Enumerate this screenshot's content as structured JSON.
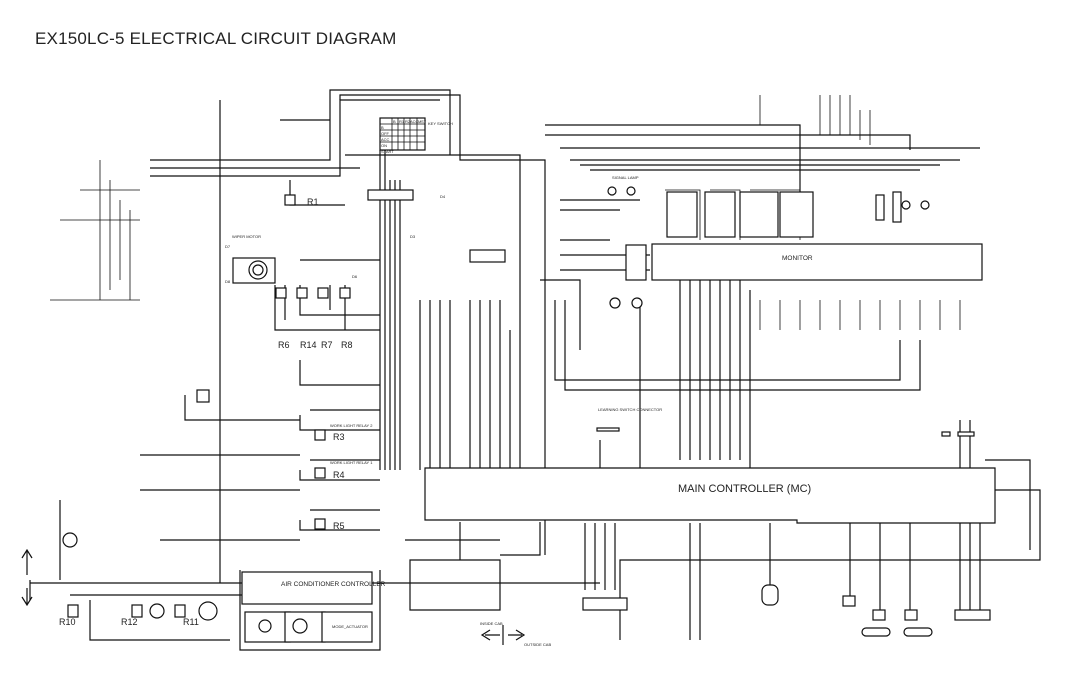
{
  "title": "EX150LC-5 ELECTRICAL CIRCUIT DIAGRAM",
  "blocks": {
    "main_controller": "MAIN CONTROLLER (MC)",
    "monitor": "MONITOR",
    "ac_controller": "AIR CONDITIONER CONTROLLER",
    "mode_actuator": "MODE_ACTUATOR",
    "key_switch": "KEY SWITCH",
    "wiper_motor": "WIPER MOTOR",
    "learning_switch": "LEARNING SWITCH CONNECTOR",
    "work_light_relay_2": "WORK LIGHT RELAY 2",
    "work_light_relay_1": "WORK LIGHT RELAY 1",
    "signal_lamp": "SIGNAL LAMP"
  },
  "key_switch_rows": [
    "B",
    "OFF",
    "ACC",
    "ON",
    "START"
  ],
  "key_switch_cols": [
    "B",
    "R1",
    "R2",
    "ACC",
    "M",
    "ST"
  ],
  "relays": [
    "R1",
    "R3",
    "R4",
    "R5",
    "R6",
    "R14",
    "R7",
    "R8",
    "R10",
    "R12",
    "R11"
  ],
  "diodes": [
    "D7",
    "D8",
    "D6",
    "D4",
    "D3"
  ],
  "cab": {
    "inside": "INSIDE CAB",
    "outside": "OUTSIDE CAB"
  },
  "colors": {
    "line": "#111111",
    "background": "#ffffff"
  }
}
